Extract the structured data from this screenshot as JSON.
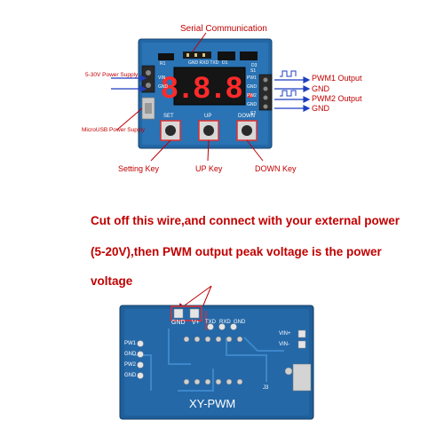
{
  "top_board": {
    "serial_label": "Serial Communication",
    "power_label": "5-30V Power Supply",
    "microusb_label": "MicroUSB Power Supply",
    "setting_key_label": "Setting Key",
    "up_key_label": "UP Key",
    "down_key_label": "DOWN Key",
    "pwm1_label": "PWM1 Output",
    "gnd1_label": "GND",
    "pwm2_label": "PWM2 Output",
    "gnd2_label": "GND",
    "btn_set": "SET",
    "btn_up": "UP",
    "btn_down": "DOWN",
    "display_digits": "8.8.8.",
    "silk_pins": "GND RXD TXD",
    "silk_d": "D1",
    "silk_d3": "D3",
    "silk_r1": "R1",
    "silk_pw1": "PW1",
    "silk_gnd1": "GND",
    "silk_pw2": "PW2",
    "silk_gnd2": "GND",
    "silk_s1": "S1",
    "silk_s2": "S2",
    "silk_vin": "VIN",
    "silk_gnd_left": "GND"
  },
  "note": {
    "line1": "Cut off this wire,and connect with your external power",
    "line2": "(5-20V),then PWM output peak voltage is the power",
    "line3": "voltage"
  },
  "bottom_board": {
    "gnd": "GND",
    "vplus": "V+",
    "txd": "TXD",
    "rxd": "RXD",
    "gnd_top": "GND",
    "vin_plus": "VIN+",
    "vin_minus": "VIN-",
    "pw1": "PW1",
    "gnd_a": "GND",
    "pw2": "PW2",
    "gnd_b": "GND",
    "title": "XY-PWM",
    "j3": "J3"
  },
  "colors": {
    "label_red": "#c00000",
    "arrow_blue": "#1f3fbf",
    "pcb_blue": "#1f5f9a",
    "display_red": "#ff2a2a"
  }
}
